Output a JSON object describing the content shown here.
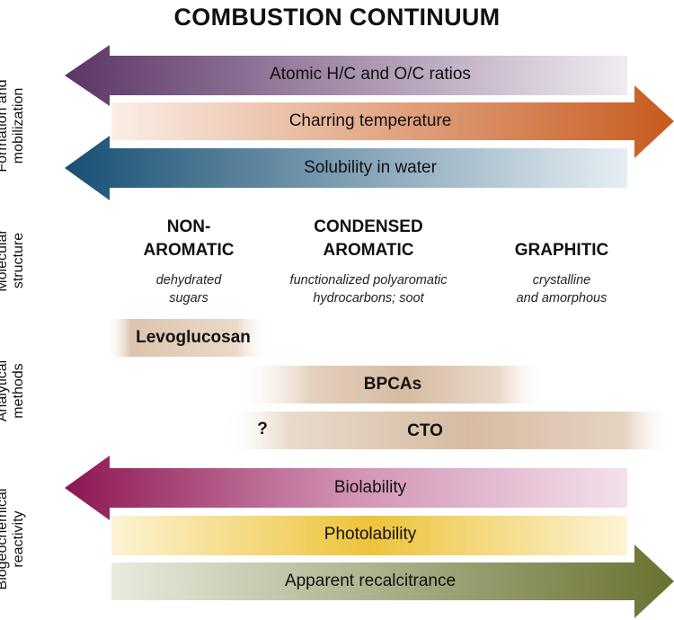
{
  "title": "COMBUSTION CONTINUUM",
  "side_labels": {
    "formation": [
      "Formation and",
      "mobilization"
    ],
    "molecular": [
      "Molecular",
      "structure"
    ],
    "analytical": [
      "Analytical",
      "methods"
    ],
    "biogeochemical": [
      "Biogeochemical",
      "reactivity"
    ]
  },
  "arrows": {
    "hc_oc": {
      "label": "Atomic H/C and O/C ratios",
      "direction": "left",
      "color": "#5b3566"
    },
    "charring": {
      "label": "Charring temperature",
      "direction": "right",
      "color": "#c75a1e"
    },
    "solubility": {
      "label": "Solubility in water",
      "direction": "left",
      "color": "#174f73"
    },
    "biolability": {
      "label": "Biolability",
      "direction": "left",
      "color": "#8c1652"
    },
    "photolability": {
      "label": "Photolability",
      "direction": "none",
      "color": "#e3b51f"
    },
    "recalcitrance": {
      "label": "Apparent recalcitrance",
      "direction": "right",
      "color": "#6a7130"
    }
  },
  "categories": {
    "nonaromatic": {
      "heading": [
        "NON-",
        "AROMATIC"
      ],
      "desc": [
        "dehydrated",
        "sugars"
      ]
    },
    "condensed": {
      "heading": [
        "CONDENSED",
        "AROMATIC"
      ],
      "desc": [
        "functionalized polyaromatic",
        "hydrocarbons; soot"
      ]
    },
    "graphitic": {
      "heading": [
        "GRAPHITIC"
      ],
      "desc": [
        "crystalline",
        "and amorphous"
      ]
    }
  },
  "methods": {
    "levoglucosan": "Levoglucosan",
    "bpca": "BPCAs",
    "cto": "CTO",
    "cto_question": "?"
  }
}
